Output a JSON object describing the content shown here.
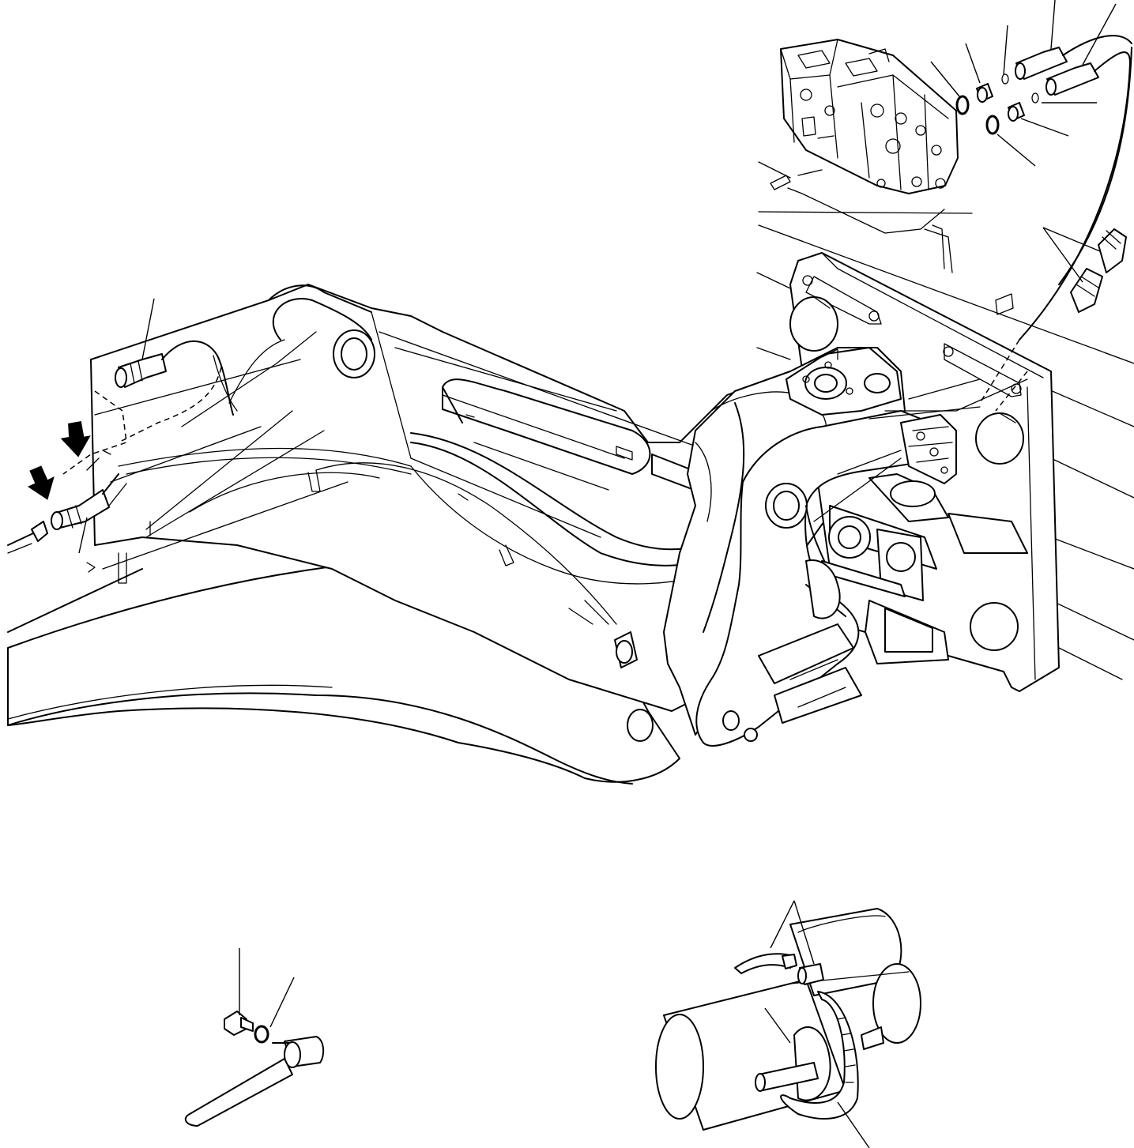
{
  "figure": {
    "stroke_color": "#000000",
    "background_color": "#ffffff",
    "views": [
      "boom-and-swing-bracket-assembly",
      "control-valve-detail",
      "pipe-and-plug-detail",
      "hose-clamp-detail"
    ],
    "insertion_arrows": 2
  }
}
